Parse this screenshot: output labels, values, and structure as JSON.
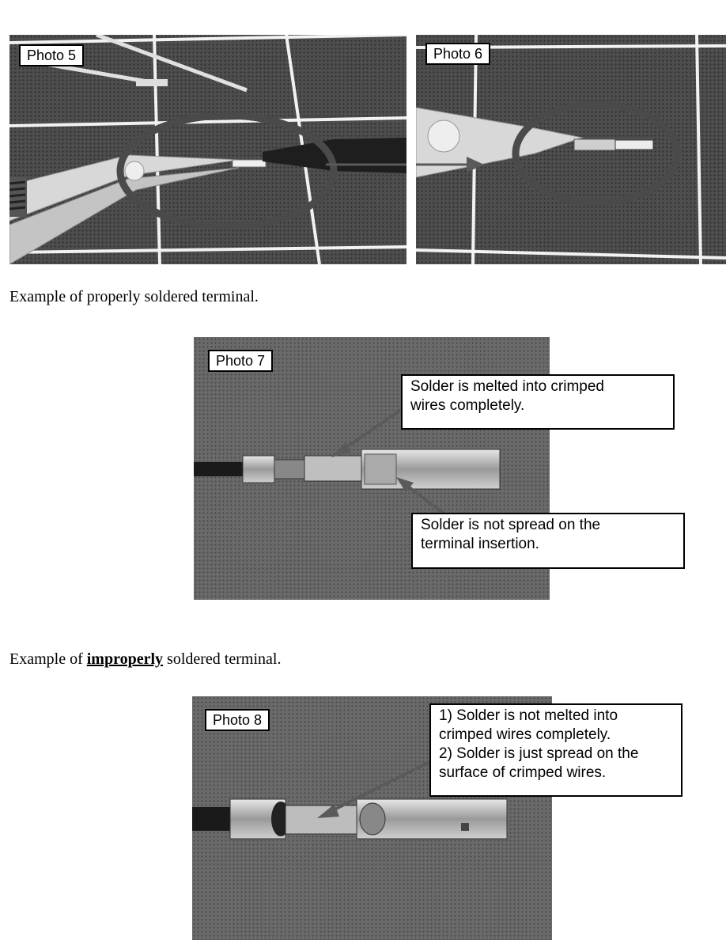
{
  "photos": {
    "p5": {
      "label": "Photo 5"
    },
    "p6": {
      "label": "Photo 6"
    },
    "p7": {
      "label": "Photo 7",
      "callout_top": [
        "Solder is melted into crimped",
        "wires completely."
      ],
      "callout_bottom": [
        "Solder is not spread on the",
        "terminal insertion."
      ]
    },
    "p8": {
      "label": "Photo 8",
      "callout": [
        "1) Solder is not melted into",
        "crimped wires completely.",
        "2) Solder is just spread on the",
        "surface of crimped wires."
      ]
    }
  },
  "captions": {
    "proper": "Example of properly soldered terminal.",
    "improper_prefix": "Example of ",
    "improper_emphasis": "improperly",
    "improper_suffix": " soldered terminal."
  }
}
